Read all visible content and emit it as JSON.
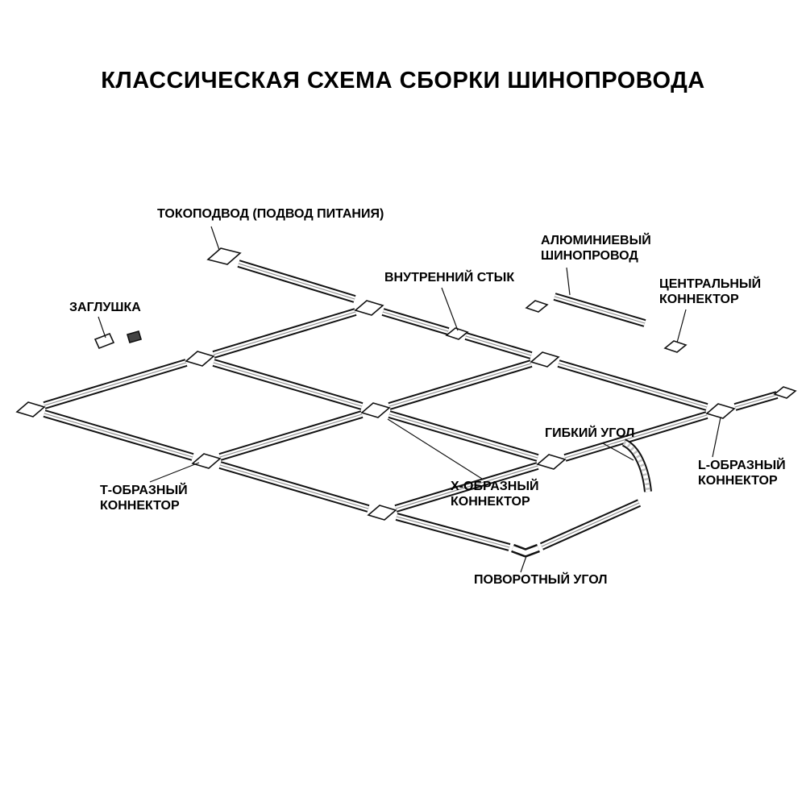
{
  "title": "КЛАССИЧЕСКАЯ СХЕМА СБОРКИ ШИНОПРОВОДА",
  "diagram": {
    "type": "isometric-assembly-scheme",
    "subject": "шинопровод (трековая система)",
    "colors": {
      "line": "#111111",
      "background": "#ffffff"
    },
    "labels": {
      "power_feed": "ТОКОПОДВОД (ПОДВОД ПИТАНИЯ)",
      "end_cap": "ЗАГЛУШКА",
      "internal_joint": "ВНУТРЕННИЙ СТЫК",
      "aluminum_track": "АЛЮМИНИЕВЫЙ\nШИНОПРОВОД",
      "central_connector": "ЦЕНТРАЛЬНЫЙ\nКОННЕКТОР",
      "flexible_corner": "ГИБКИЙ УГОЛ",
      "l_connector": "L-ОБРАЗНЫЙ\nКОННЕКТОР",
      "t_connector": "Т-ОБРАЗНЫЙ\nКОННЕКТОР",
      "x_connector": "Х-ОБРАЗНЫЙ\nКОННЕКТОР",
      "rotating_corner": "ПОВОРОТНЫЙ УГОЛ"
    }
  }
}
